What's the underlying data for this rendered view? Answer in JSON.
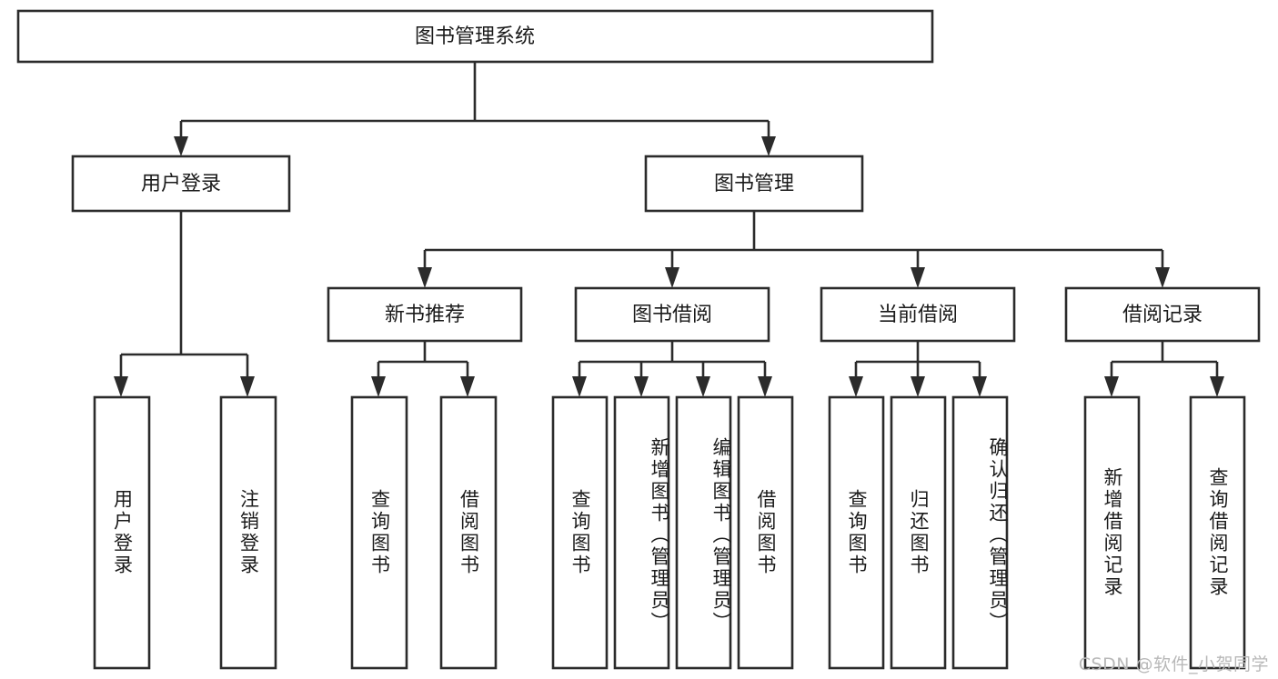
{
  "diagram": {
    "type": "tree-hierarchy",
    "title": "图书管理系统",
    "orientation": "top-down",
    "colors": {
      "box_stroke": "#2b2b2b",
      "box_fill": "#ffffff",
      "text": "#1a1a1a",
      "connector": "#2b2b2b",
      "watermark": "#b8b8b8",
      "background": "#ffffff"
    },
    "root": {
      "id": "root",
      "label": "图书管理系统"
    },
    "level1": [
      {
        "id": "user-login",
        "label": "用户登录"
      },
      {
        "id": "book-manage",
        "label": "图书管理"
      }
    ],
    "level2": [
      {
        "id": "new-book-recommend",
        "label": "新书推荐",
        "parent": "book-manage"
      },
      {
        "id": "book-borrow",
        "label": "图书借阅",
        "parent": "book-manage"
      },
      {
        "id": "current-borrow",
        "label": "当前借阅",
        "parent": "book-manage"
      },
      {
        "id": "borrow-record",
        "label": "借阅记录",
        "parent": "book-manage"
      }
    ],
    "leaves": [
      {
        "id": "leaf-user-login",
        "label": "用户登录",
        "parent": "user-login"
      },
      {
        "id": "leaf-logout",
        "label": "注销登录",
        "parent": "user-login"
      },
      {
        "id": "leaf-query-book-1",
        "label": "查询图书",
        "parent": "new-book-recommend"
      },
      {
        "id": "leaf-borrow-book-1",
        "label": "借阅图书",
        "parent": "new-book-recommend"
      },
      {
        "id": "leaf-query-book-2",
        "label": "查询图书",
        "parent": "book-borrow"
      },
      {
        "id": "leaf-add-book",
        "label": "新增图书（管理员）",
        "parent": "book-borrow"
      },
      {
        "id": "leaf-edit-book",
        "label": "编辑图书（管理员）",
        "parent": "book-borrow"
      },
      {
        "id": "leaf-borrow-book-2",
        "label": "借阅图书",
        "parent": "book-borrow"
      },
      {
        "id": "leaf-query-book-3",
        "label": "查询图书",
        "parent": "current-borrow"
      },
      {
        "id": "leaf-return-book",
        "label": "归还图书",
        "parent": "current-borrow"
      },
      {
        "id": "leaf-confirm-return",
        "label": "确认归还（管理员）",
        "parent": "current-borrow"
      },
      {
        "id": "leaf-add-record",
        "label": "新增借阅记录",
        "parent": "borrow-record"
      },
      {
        "id": "leaf-query-record",
        "label": "查询借阅记录",
        "parent": "borrow-record"
      }
    ],
    "watermark": "CSDN @软件_小贺同学"
  }
}
